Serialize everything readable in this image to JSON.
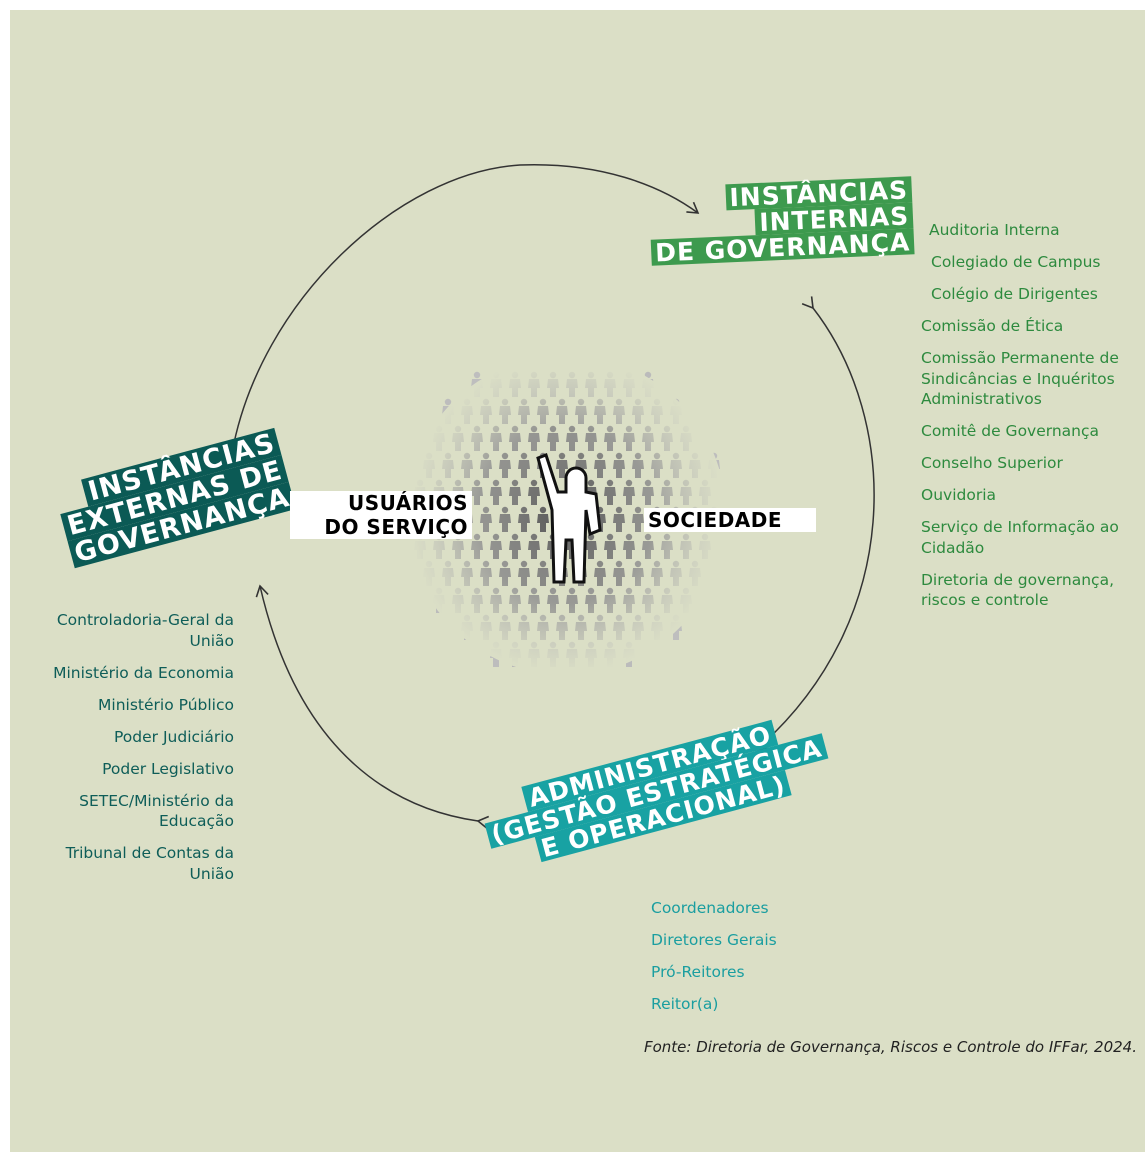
{
  "center": {
    "users_line1": "USUÁRIOS",
    "users_line2": "DO SERVIÇO",
    "society": "SOCIEDADE"
  },
  "internal": {
    "title_lines": [
      "INSTÂNCIAS",
      "INTERNAS",
      "DE GOVERNANÇA"
    ],
    "items": [
      "Auditoria Interna",
      "Colegiado de Campus",
      "Colégio de Dirigentes",
      "Comissão de Ética",
      "Comissão Permanente de Sindicâncias e Inquéritos Administrativos",
      "Comitê de Governança",
      "Conselho Superior",
      "Ouvidoria",
      "Serviço de Informação ao Cidadão",
      "Diretoria de governança, riscos e controle"
    ]
  },
  "external": {
    "title_lines": [
      "INSTÂNCIAS",
      "EXTERNAS DE",
      "GOVERNANÇA"
    ],
    "items": [
      "Controladoria-Geral da União",
      "Ministério da Economia",
      "Ministério Público",
      "Poder Judiciário",
      "Poder Legislativo",
      "SETEC/Ministério da Educação",
      "Tribunal de Contas da União"
    ]
  },
  "admin": {
    "title_lines": [
      "ADMINISTRAÇÃO",
      "(GESTÃO ESTRATÉGICA",
      "E OPERACIONAL)"
    ],
    "items": [
      "Coordenadores",
      "Diretores Gerais",
      "Pró-Reitores",
      "Reitor(a)"
    ]
  },
  "source": "Fonte: Diretoria de Governança, Riscos e Controle do IFFar, 2024.",
  "colors": {
    "background": "#dbdfc6",
    "internal": "#3d9a4e",
    "external": "#0b5a55",
    "admin": "#18a2a3"
  }
}
